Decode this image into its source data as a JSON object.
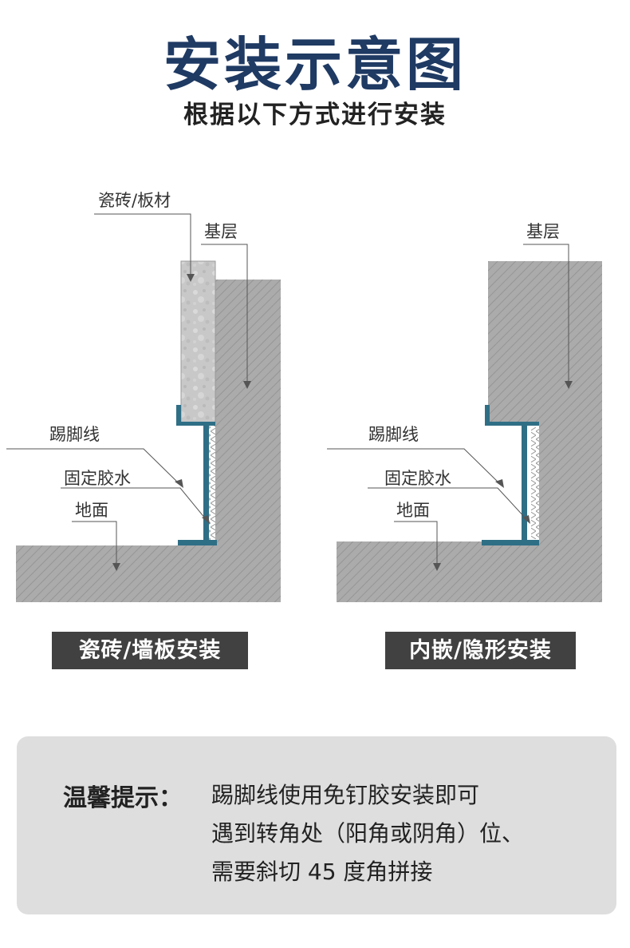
{
  "header": {
    "title": "安装示意图",
    "subtitle": "根据以下方式进行安装"
  },
  "left_diagram": {
    "labels": {
      "tile": "瓷砖/板材",
      "base": "基层",
      "skirting": "踢脚线",
      "glue": "固定胶水",
      "floor": "地面"
    },
    "caption": "瓷砖/墙板安装"
  },
  "right_diagram": {
    "labels": {
      "base": "基层",
      "skirting": "踢脚线",
      "glue": "固定胶水",
      "floor": "地面"
    },
    "caption": "内嵌/隐形安装"
  },
  "tip": {
    "label": "温馨提示：",
    "lines": [
      "踢脚线使用免钉胶安装即可",
      "遇到转角处（阳角或阴角）位、",
      "需要斜切 45 度角拼接"
    ]
  },
  "colors": {
    "title": "#1f3a63",
    "profile": "#2f6f86",
    "concrete": "#a9a9a9",
    "caption_bg": "#414141",
    "tip_bg": "#dedede"
  }
}
